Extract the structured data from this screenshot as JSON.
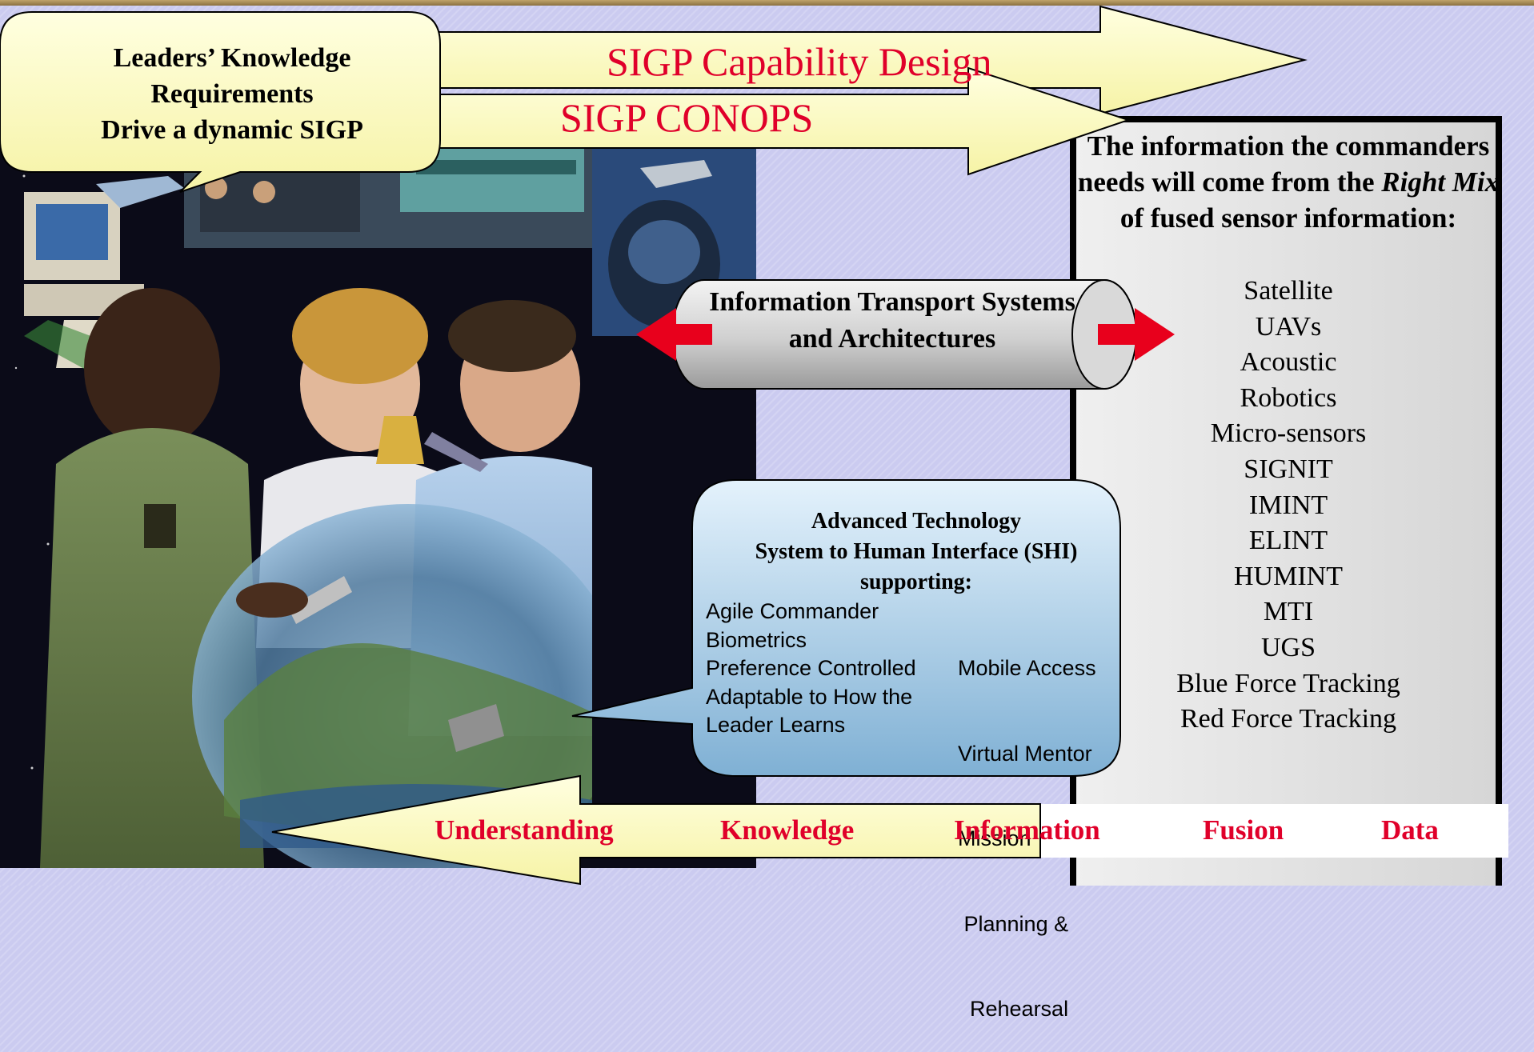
{
  "arrows": {
    "capability_design": "SIGP Capability Design",
    "conops": "SIGP CONOPS"
  },
  "callout": {
    "lines": [
      "Leaders’ Knowledge",
      "Requirements",
      "Drive a dynamic SIGP"
    ]
  },
  "transport": {
    "lines": [
      "Information Transport Systems",
      "and Architectures"
    ]
  },
  "panel": {
    "title_before_italic": "The information the commanders needs will come from the ",
    "title_italic": "Right Mix",
    "title_after_italic": " of  fused sensor information:",
    "sensors": [
      "Satellite",
      "UAVs",
      "Acoustic",
      "Robotics",
      "Micro-sensors",
      "SIGNIT",
      "IMINT",
      "ELINT",
      "HUMINT",
      "MTI",
      "UGS",
      "Blue Force Tracking",
      "Red Force Tracking"
    ]
  },
  "advanced": {
    "title_lines": [
      "Advanced Technology",
      "System to Human Interface (SHI)",
      "supporting:"
    ],
    "left_items": [
      "Agile Commander",
      "Biometrics",
      "Preference Controlled",
      "Adaptable to How the",
      "Leader Learns"
    ],
    "right_items": [
      "Mobile Access",
      "Virtual Mentor",
      "Mission",
      " Planning &",
      "  Rehearsal"
    ]
  },
  "bottom_stages": [
    "Understanding",
    "Knowledge",
    "Information",
    "Fusion",
    "Data"
  ],
  "colors": {
    "accent_red": "#e0002a",
    "arrow_fill": "#ffffc0",
    "background": "#cbcbf0"
  }
}
